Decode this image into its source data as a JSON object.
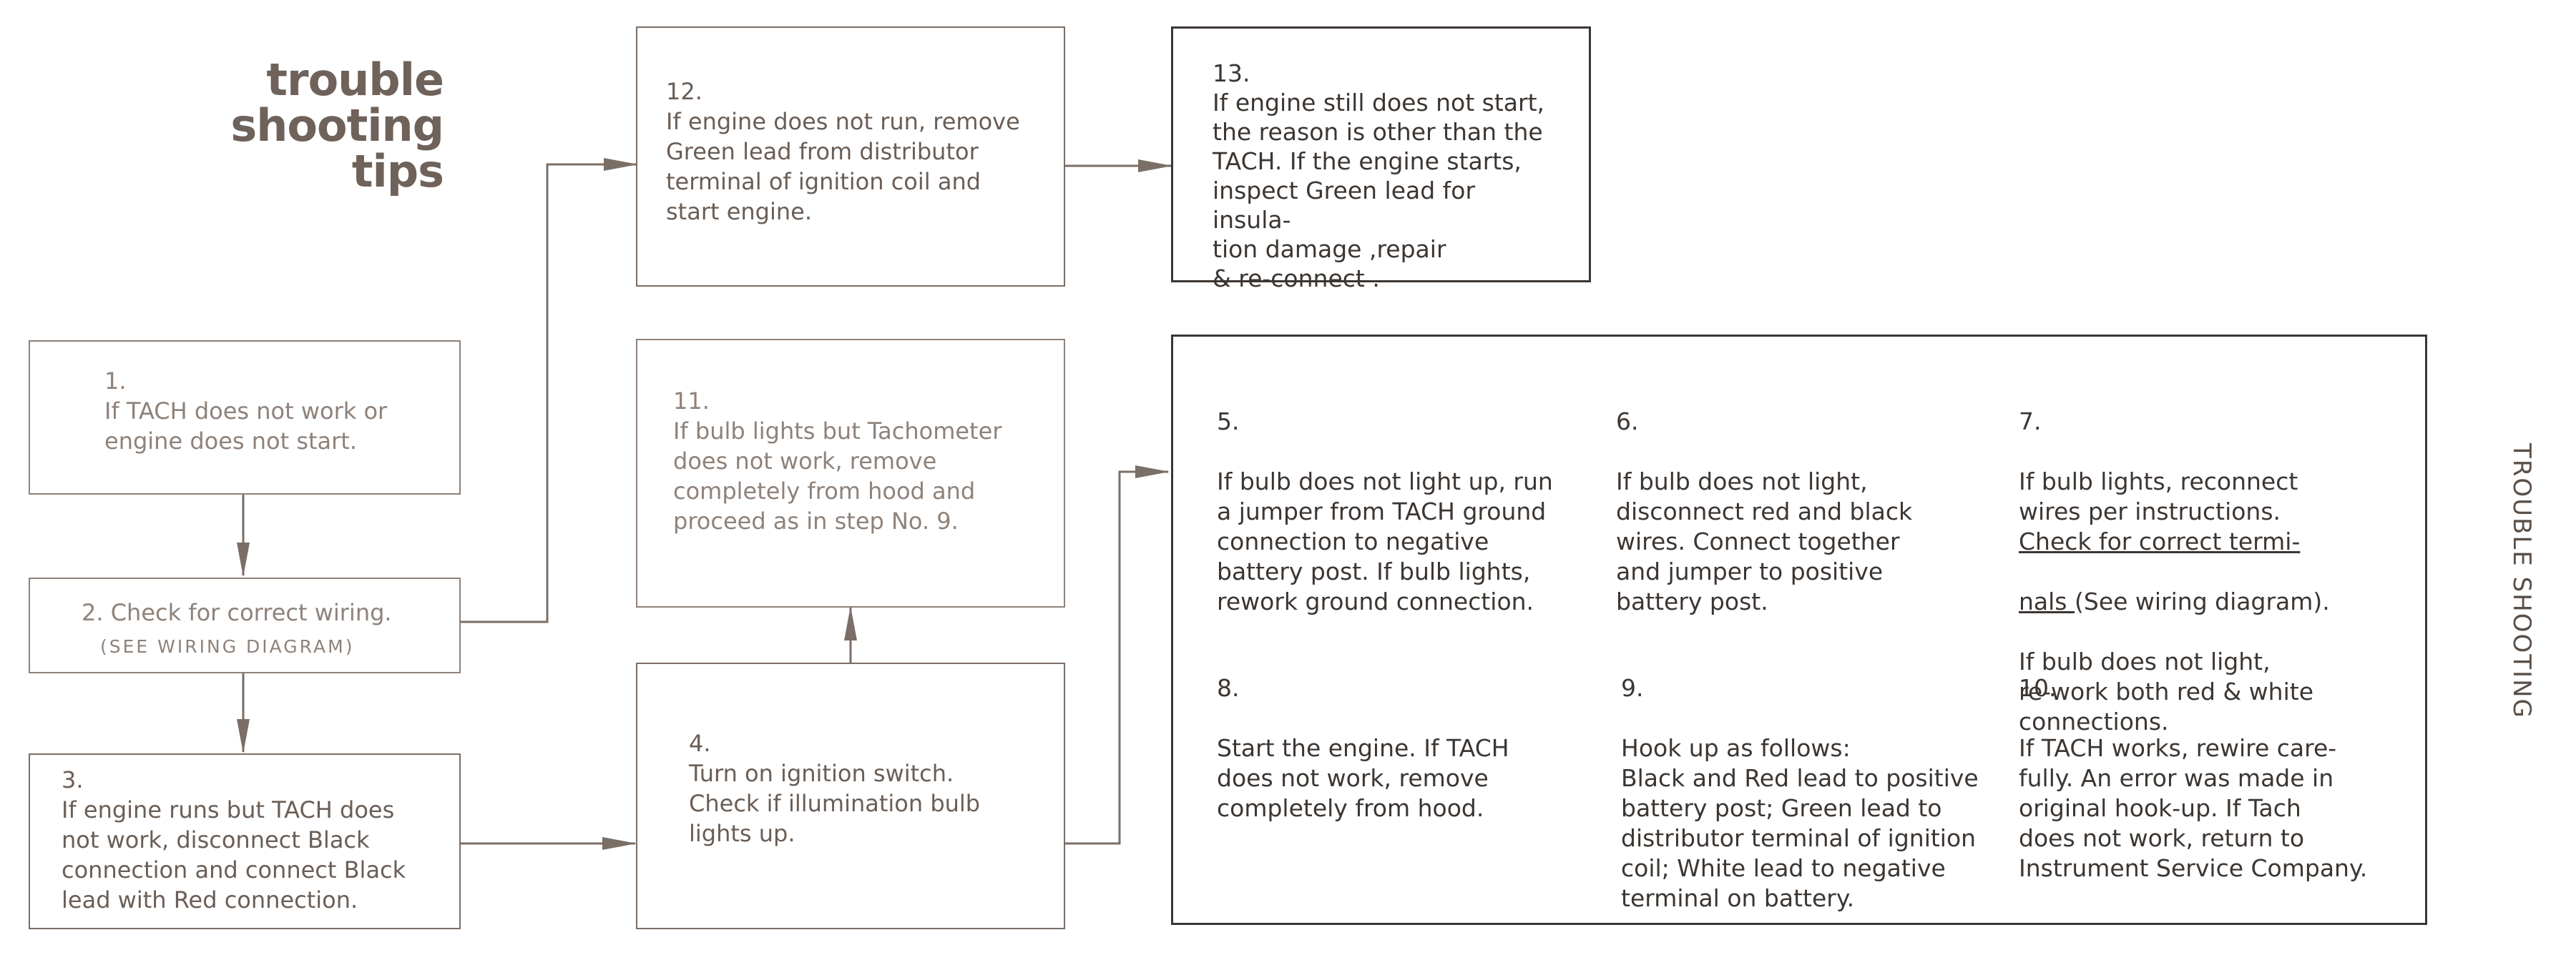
{
  "title": {
    "line1": "trouble",
    "line2": "shooting",
    "line3": "tips"
  },
  "side_label": "TROUBLE SHOOTING",
  "steps": {
    "s1": {
      "num": "1.",
      "text": "If TACH does not work or\nengine does not start."
    },
    "s2": {
      "text": "2. Check for correct wiring.",
      "sub": "(SEE WIRING DIAGRAM)"
    },
    "s3": {
      "num": "3.",
      "text": "If engine runs but TACH does\nnot work, disconnect Black\nconnection and connect Black\nlead with Red connection."
    },
    "s4": {
      "num": "4.",
      "text": "Turn on ignition switch.\nCheck if illumination bulb\nlights up."
    },
    "s11": {
      "num": "11.",
      "text": "If bulb lights but Tachometer\ndoes not work, remove\ncompletely from hood and\nproceed as in step No. 9."
    },
    "s12": {
      "num": "12.",
      "text": "If engine does not run, remove\nGreen lead from distributor\nterminal of ignition coil and\nstart engine."
    },
    "s13": {
      "num": "13.",
      "text": "If engine still does not start,\nthe reason is other than the\nTACH. If the engine starts,\ninspect Green lead for insula-\ntion damage ,repair\n& re-connect ."
    },
    "s5": {
      "num": "5.",
      "text": "If bulb does not light up, run\na jumper from TACH ground\nconnection to negative\nbattery post. If bulb lights,\nrework ground  connection."
    },
    "s6": {
      "num": "6.",
      "text": "If bulb does not light,\ndisconnect red and black\nwires.  Connect together\nand jumper to positive\nbattery post."
    },
    "s7": {
      "num": "7.",
      "text_a": "If bulb lights, reconnect\nwires per instructions.",
      "underlined_1": "Check for correct termi-",
      "underlined_2": "nals ",
      "text_b": "(See wiring diagram).",
      "text_c": "If bulb does not light,\nre-work both red & white\nconnections."
    },
    "s8": {
      "num": "8.",
      "text": "Start the engine.  If TACH\ndoes not work, remove\ncompletely from hood."
    },
    "s9": {
      "num": "9.",
      "text": "Hook up as follows:\nBlack and Red lead to positive\nbattery post; Green lead to\ndistributor terminal of ignition\ncoil; White lead to negative\nterminal on battery."
    },
    "s10": {
      "num": "10.",
      "text": "If TACH works, rewire care-\nfully.  An error was made in\noriginal hook-up.  If Tach\ndoes not work, return to\nInstrument Service Company."
    }
  },
  "colors": {
    "light_text": "#8e827a",
    "mid_text": "#6a5e56",
    "dark_text": "#3c3632",
    "title": "#6e625a"
  }
}
